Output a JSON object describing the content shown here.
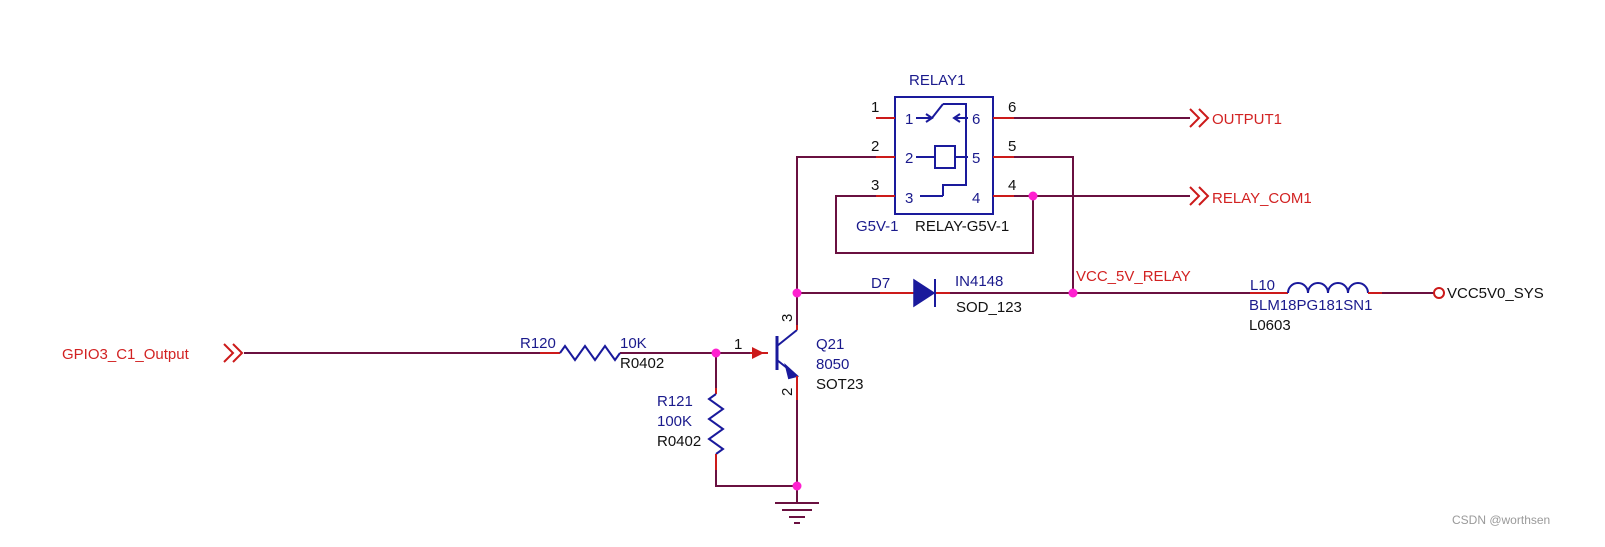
{
  "colors": {
    "net_label": "#d22222",
    "component_text": "#1a1a8c",
    "wire": "#6a1040",
    "pin_lead": "#cc1a1a",
    "component_body": "#1a1a9c",
    "junction": "#ff20d0"
  },
  "nets": {
    "gpio_input": "GPIO3_C1_Output",
    "output1": "OUTPUT1",
    "relay_com1": "RELAY_COM1",
    "vcc_5v_relay": "VCC_5V_RELAY",
    "vcc5v0_sys": "VCC5V0_SYS"
  },
  "relay": {
    "refdes": "RELAY1",
    "value": "G5V-1",
    "footprint": "RELAY-G5V-1",
    "outer_pins": [
      "1",
      "2",
      "3",
      "4",
      "5",
      "6"
    ],
    "inner_pins": [
      "1",
      "2",
      "3",
      "4",
      "5",
      "6"
    ]
  },
  "diode": {
    "refdes": "D7",
    "value": "IN4148",
    "footprint": "SOD_123"
  },
  "inductor": {
    "refdes": "L10",
    "value": "BLM18PG181SN1",
    "footprint": "L0603"
  },
  "r120": {
    "refdes": "R120",
    "value": "10K",
    "footprint": "R0402"
  },
  "r121": {
    "refdes": "R121",
    "value": "100K",
    "footprint": "R0402"
  },
  "transistor": {
    "refdes": "Q21",
    "value": "8050",
    "footprint": "SOT23",
    "pin_base": "1",
    "pin_emitter": "2",
    "pin_collector": "3"
  },
  "watermark": "CSDN @worthsen"
}
